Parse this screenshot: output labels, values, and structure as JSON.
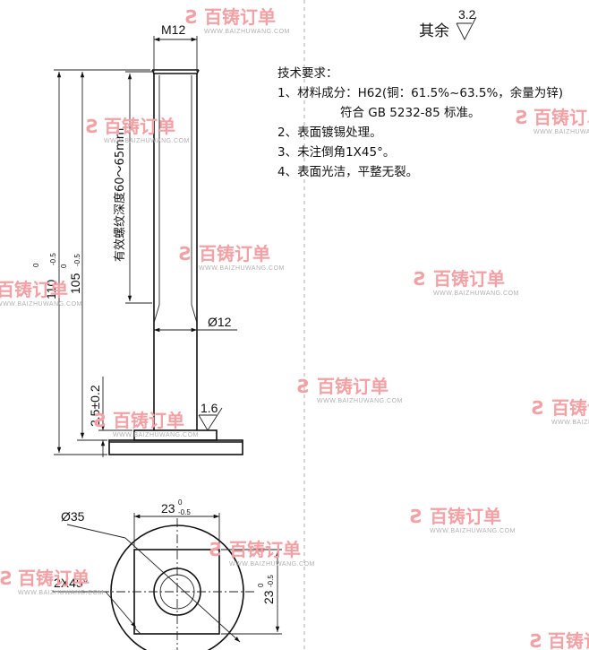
{
  "header": {
    "roughness_rest_label": "其余",
    "roughness_rest_value": "3.2"
  },
  "technical_requirements": {
    "title": "技术要求：",
    "items": [
      "1、材料成分：H62(铜：61.5%~63.5%，余量为锌)",
      "符合   GB  5232-85  标准。",
      "2、表面镀锡处理。",
      "3、未注倒角1X45°。",
      "4、表面光洁，平整无裂。"
    ]
  },
  "dimensions": {
    "thread": "M12",
    "thread_depth": "有效螺纹深度60～65mm",
    "total_length": "110",
    "total_length_upper": "0",
    "total_length_lower": "-0.5",
    "shaft_length": "105",
    "shaft_length_upper": "0",
    "shaft_length_lower": "-0.5",
    "shaft_diameter": "Ø12",
    "flange_thickness": "2.5±0.2",
    "surface_roughness": "1.6",
    "base_diameter": "Ø35",
    "square_width": "23",
    "square_width_upper": "0",
    "square_width_lower": "-0.5",
    "square_height": "23",
    "square_height_upper": "0",
    "square_height_lower": "-0.5",
    "chamfer": "2X45°"
  },
  "watermark": {
    "brand": "百铸订单",
    "url": "WWW.BAIZHUWANG.COM",
    "color": "#f3a1a4"
  }
}
